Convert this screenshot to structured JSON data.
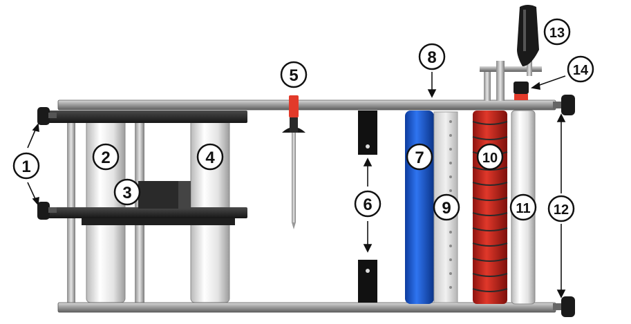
{
  "callouts": [
    {
      "id": "1",
      "label": "1"
    },
    {
      "id": "2",
      "label": "2"
    },
    {
      "id": "3",
      "label": "3"
    },
    {
      "id": "4",
      "label": "4"
    },
    {
      "id": "5",
      "label": "5"
    },
    {
      "id": "6",
      "label": "6"
    },
    {
      "id": "7",
      "label": "7"
    },
    {
      "id": "8",
      "label": "8"
    },
    {
      "id": "9",
      "label": "9"
    },
    {
      "id": "10",
      "label": "10"
    },
    {
      "id": "11",
      "label": "11"
    },
    {
      "id": "12",
      "label": "12"
    },
    {
      "id": "13",
      "label": "13"
    },
    {
      "id": "14",
      "label": "14"
    }
  ],
  "colors": {
    "frame": "#9a9a9a",
    "plate": "#2b2b2b",
    "roller_white": "#e8e8e8",
    "roller_blue": "#1f5fd6",
    "roller_red": "#c8261c",
    "accent_red": "#e23a2a",
    "knob": "#1a1a1a"
  }
}
